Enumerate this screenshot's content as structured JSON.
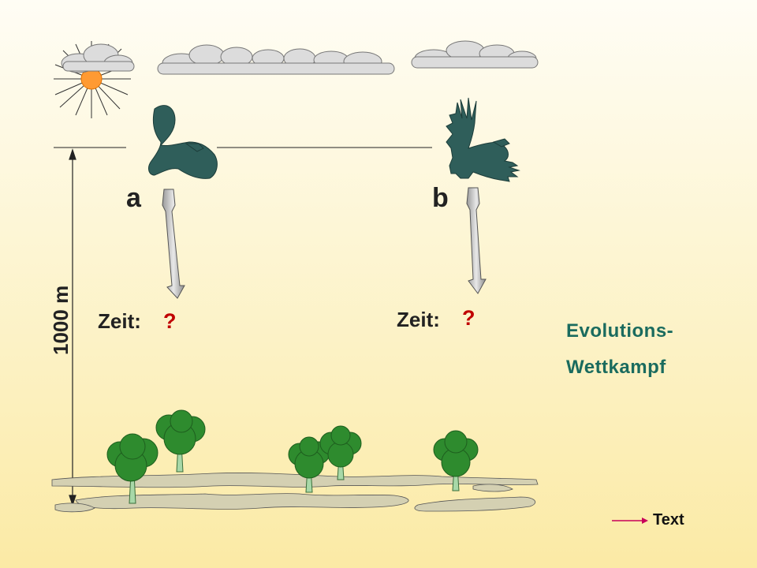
{
  "diagram": {
    "height_label": "1000 m",
    "bird_a_label": "a",
    "bird_b_label": "b",
    "time_label_a": "Zeit:",
    "time_label_b": "Zeit:",
    "time_value_a": "?",
    "time_value_b": "?",
    "title_line1": "Evolutions-",
    "title_line2": "Wettkampf"
  },
  "nav": {
    "text_link_label": "Text"
  },
  "colors": {
    "bird": "#2f5e5a",
    "tree": "#2e8b2e",
    "title": "#1a6b5e",
    "question": "#c00000",
    "sun": "#ff9a33",
    "link_arrow": "#c8005a"
  }
}
